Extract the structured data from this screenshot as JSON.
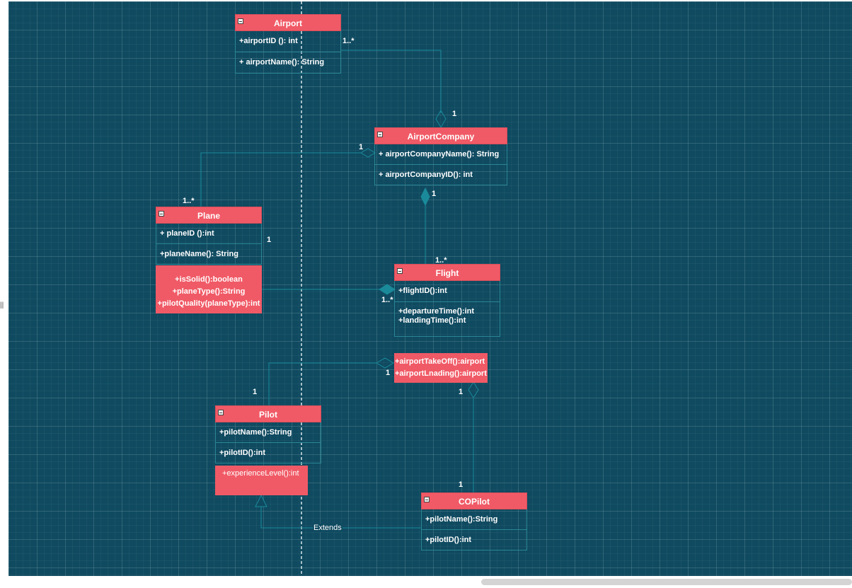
{
  "colors": {
    "canvas": "#0f4a60",
    "class_header": "#f05a66",
    "connector": "#1a8a9a",
    "text": "#ffffff"
  },
  "classes": {
    "airport": {
      "name": "Airport",
      "attributes": [
        "+airportID (): int"
      ],
      "methods": [
        "+ airportName(): String"
      ]
    },
    "airport_company": {
      "name": "AirportCompany",
      "attributes": [
        "+ airportCompanyName(): String"
      ],
      "methods": [
        "+ airportCompanyID(): int"
      ]
    },
    "plane": {
      "name": "Plane",
      "attributes": [
        "+ planeID ():int"
      ],
      "methods": [
        "+planeName(): String"
      ]
    },
    "flight": {
      "name": "Flight",
      "attributes": [
        "+flightID():int"
      ],
      "methods": [
        "+departureTime():int",
        "+landingTime():int"
      ]
    },
    "pilot": {
      "name": "Pilot",
      "attributes": [
        "+pilotName():String"
      ],
      "methods": [
        "+pilotID():int"
      ]
    },
    "copilot": {
      "name": "COPilot",
      "attributes": [
        "+pilotName():String"
      ],
      "methods": [
        "+pilotID():int"
      ]
    }
  },
  "notes": {
    "plane_ops": [
      "+isSolid():boolean",
      "+planeType():String",
      "+pilotQuality(planeType):int"
    ],
    "flight_ops": [
      "+airportTakeOff():airport",
      "+airportLnading():airport"
    ],
    "pilot_ops": [
      "+experienceLevel():int"
    ]
  },
  "multiplicities": {
    "airport_end": "1..*",
    "company_top": "1",
    "company_left": "1",
    "plane_top": "1..*",
    "plane_right": "1",
    "company_bottom": "1",
    "flight_top": "1..*",
    "flight_left": "1..*",
    "flight_note_left": "1",
    "pilot_top": "1",
    "flight_note_bottom": "1",
    "copilot_top": "1"
  },
  "edge_labels": {
    "extends": "Extends"
  },
  "misc": {
    "left_marker": "||"
  }
}
